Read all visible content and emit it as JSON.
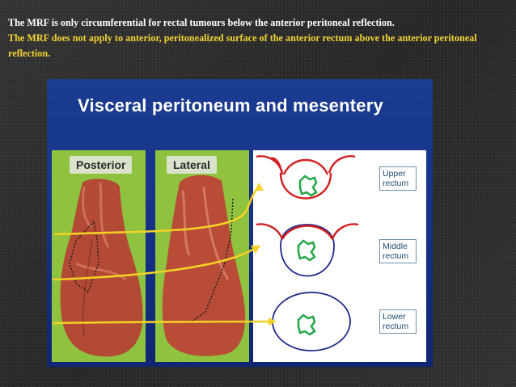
{
  "caption": {
    "line1": "The MRF is only circumferential for rectal tumours below the anterior peritoneal reflection.",
    "line2": "The MRF does not apply to anterior, peritonealized surface of the anterior rectum above the",
    "line3": "anterior peritoneal reflection."
  },
  "slide": {
    "title": "Visceral peritoneum and mesentery",
    "views": {
      "posterior": "Posterior",
      "lateral": "Lateral"
    },
    "levels": [
      {
        "line1": "Upper",
        "line2": "rectum"
      },
      {
        "line1": "Middle",
        "line2": "rectum"
      },
      {
        "line1": "Lower",
        "line2": "rectum"
      }
    ],
    "colors": {
      "background": "#1a3c91",
      "green_panel": "#8fc23f",
      "arrow": "#f3d126",
      "peritoneum": "#d21f1f",
      "mesorectum_outline": "#1c2a8c",
      "lumen": "#2aa84a"
    }
  }
}
